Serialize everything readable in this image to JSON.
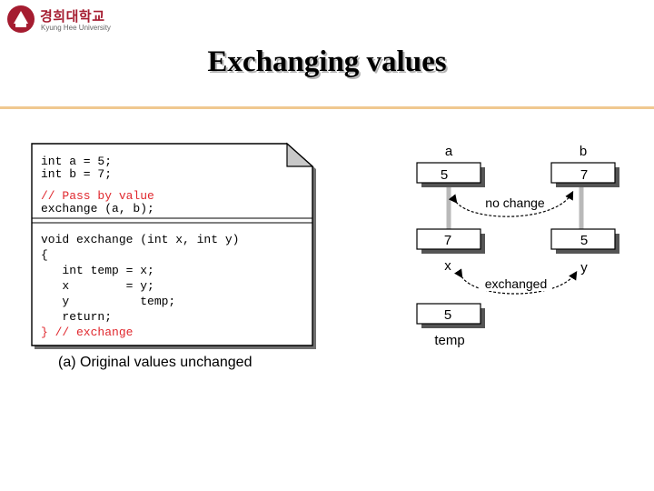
{
  "header": {
    "logo_korean": "경희대학교",
    "logo_english": "Kyung Hee University"
  },
  "slide": {
    "title": "Exchanging values"
  },
  "code_listing": {
    "lines": [
      "int a = 5;",
      "int b = 7;",
      "// Pass by value",
      "exchange (a, b);",
      "void exchange (int x, int y)",
      "{",
      "   int temp = x;",
      "   x        = y;",
      "   y          temp;",
      "   return;",
      "} // exchange"
    ],
    "caption": "(a) Original values unchanged",
    "comment_color": "#e0282e"
  },
  "memory_diagram": {
    "var_a": {
      "name": "a",
      "value": "5"
    },
    "var_b": {
      "name": "b",
      "value": "7"
    },
    "param_x": {
      "name": "x",
      "value": "7"
    },
    "param_y": {
      "name": "y",
      "value": "5"
    },
    "local_temp": {
      "name": "temp",
      "value": "5"
    },
    "arrow_top_label": "no change",
    "arrow_bottom_label": "exchanged"
  }
}
